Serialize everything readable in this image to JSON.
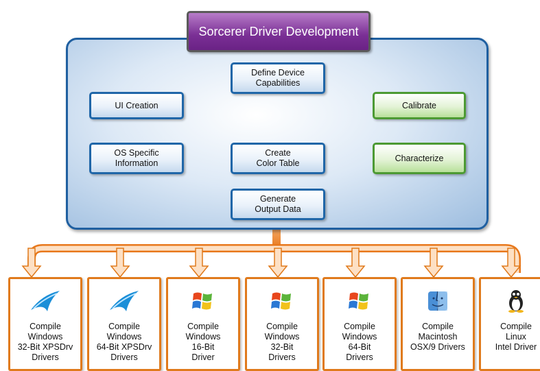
{
  "title": "Sorcerer Driver Development",
  "nodes": {
    "define_device": "Define Device\nCapabilities",
    "ui_creation": "UI Creation",
    "calibrate": "Calibrate",
    "os_specific": "OS Specific\nInformation",
    "create_color_table": "Create\nColor Table",
    "characterize": "Characterize",
    "generate_output": "Generate\nOutput Data"
  },
  "outputs": [
    {
      "label": "Compile\nWindows\n32-Bit XPSDrv\nDrivers",
      "icon": "xps-icon"
    },
    {
      "label": "Compile\nWindows\n64-Bit XPSDrv\nDrivers",
      "icon": "xps-icon"
    },
    {
      "label": "Compile\nWindows\n16-Bit\nDriver",
      "icon": "windows-logo-icon"
    },
    {
      "label": "Compile\nWindows\n32-Bit\nDrivers",
      "icon": "windows-logo-icon"
    },
    {
      "label": "Compile\nWindows\n64-Bit\nDrivers",
      "icon": "windows-logo-icon"
    },
    {
      "label": "Compile\nMacintosh\nOSX/9 Drivers",
      "icon": "mac-finder-icon"
    },
    {
      "label": "Compile\nLinux\nIntel Driver",
      "icon": "linux-tux-icon"
    }
  ],
  "colors": {
    "title_fill": "#7a2f95",
    "panel_border": "#1f5fa0",
    "blue_node_border": "#1f66a8",
    "green_node_border": "#4c9a33",
    "orange_connector": "#e07a1c",
    "arrow_blue": "#1b7fd0"
  }
}
